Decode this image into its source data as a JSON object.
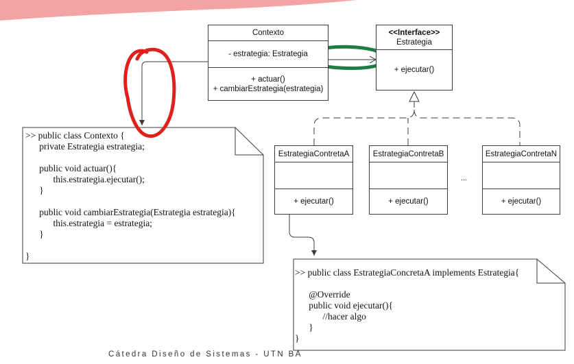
{
  "contexto": {
    "name": "Contexto",
    "attribute": "- estrategia: Estrategia",
    "methods": [
      "+ actuar()",
      "+ cambiarEstrategia(estrategia)"
    ]
  },
  "estrategia": {
    "stereotype": "<<Interface>>",
    "name": "Estrategia",
    "method": "+ ejecutar()"
  },
  "concretes": [
    {
      "name": "EstrategiaContretaA",
      "method": "+ ejecutar()"
    },
    {
      "name": "EstrategiaContretaB",
      "method": "+ ejecutar()"
    },
    {
      "name": "EstrategiaContretaN",
      "method": "+ ejecutar()"
    }
  ],
  "ellipsis": "...",
  "note_contexto": [
    ">> public class Contexto {",
    "      private Estrategia estrategia;",
    "",
    "      public void actuar(){",
    "            this.estrategia.ejecutar();",
    "      }",
    "",
    "      public void cambiarEstrategia(Estrategia estrategia){",
    "            this.estrategia = estrategia;",
    "      }",
    "",
    "}"
  ],
  "note_concreta": [
    ">> public class EstrategiaConcretaA implements Estrategia{",
    "",
    "      @Override",
    "      public void ejecutar(){",
    "            //hacer algo",
    "      }",
    "}"
  ],
  "footer": "Cátedra Diseño de Sistemas - UTN BA",
  "colors": {
    "banner": "#f4a3a3",
    "red_annotation": "#e0201c",
    "green_annotation": "#1e7d45",
    "line": "#3a3a3a"
  }
}
